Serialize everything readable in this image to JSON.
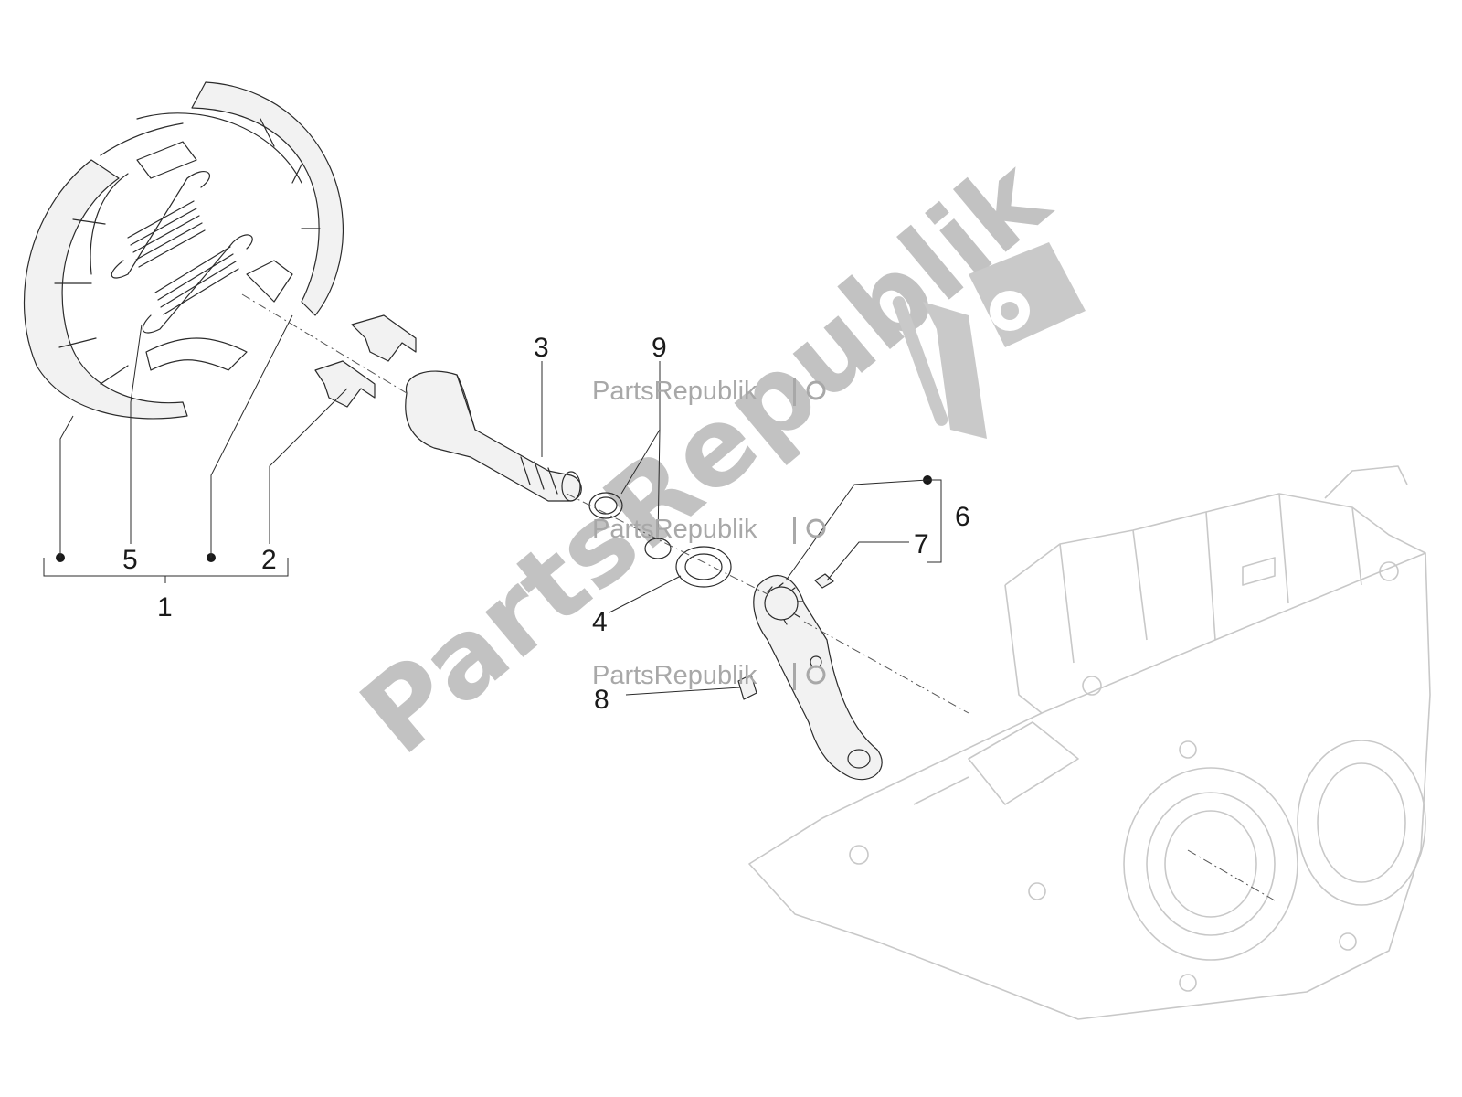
{
  "callouts": {
    "c1": "1",
    "c2": "2",
    "c3": "3",
    "c4": "4",
    "c5": "5",
    "c6": "6",
    "c7": "7",
    "c8": "8",
    "c9": "9"
  },
  "watermark": {
    "small_text": "PartsRepublik",
    "big_text": "PartsRepublik",
    "logo_icon": "gear-flag-icon",
    "color": "#c2c2c2"
  },
  "colors": {
    "line": "#2b2b2b",
    "ghost_housing": "#c8c8c8",
    "background": "#ffffff"
  }
}
